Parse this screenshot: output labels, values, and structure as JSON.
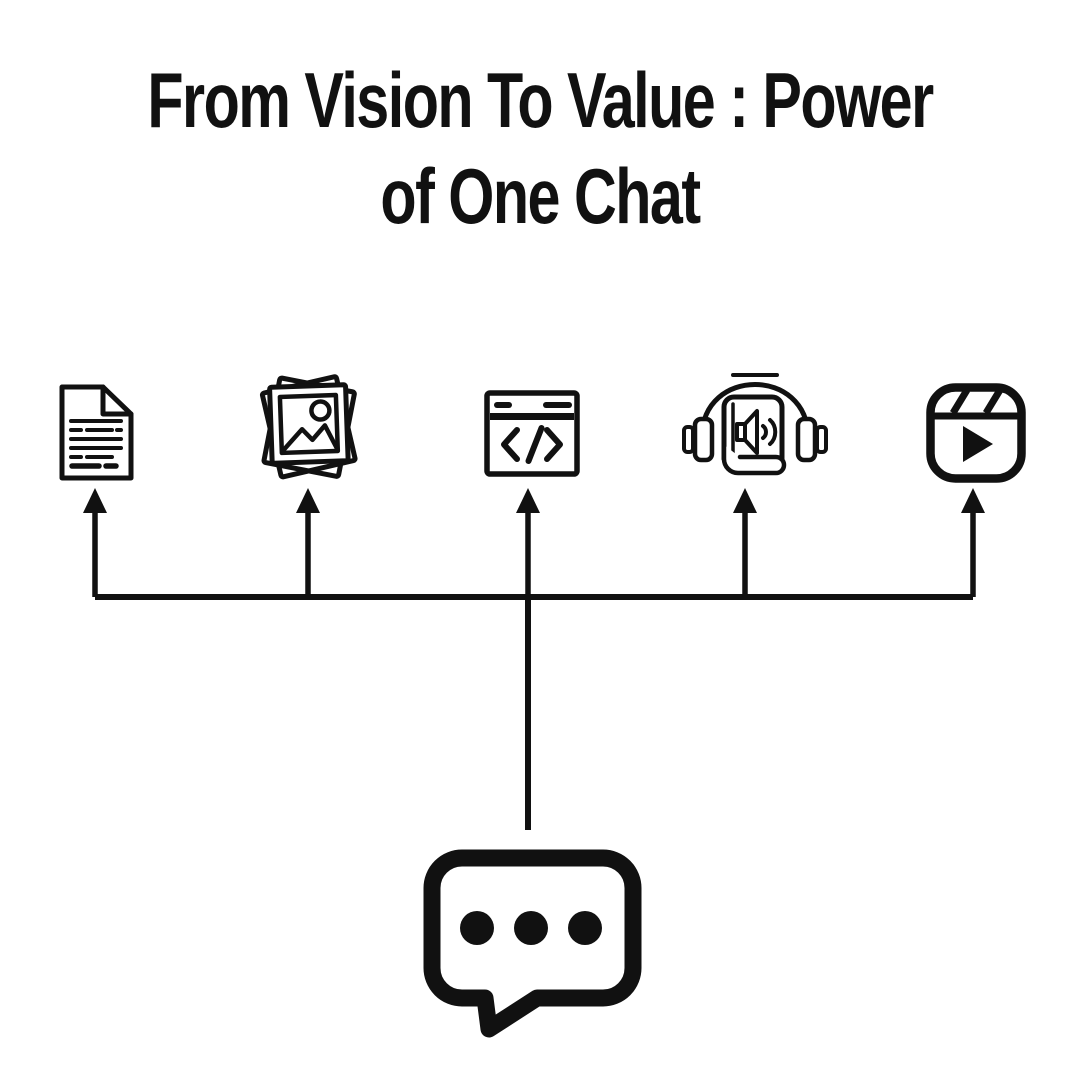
{
  "title": {
    "line1": "From Vision To Value : Power",
    "line2": "of One Chat"
  },
  "colors": {
    "ink": "#111111",
    "background": "#ffffff"
  },
  "diagram": {
    "source_icon": "chat-bubble-icon",
    "output_icons": [
      "document-icon",
      "photo-stack-icon",
      "code-window-icon",
      "audiobook-icon",
      "video-reel-icon"
    ],
    "connector_style": "horizontal rail with five upward arrows, fed by one stem from chat bubble"
  }
}
